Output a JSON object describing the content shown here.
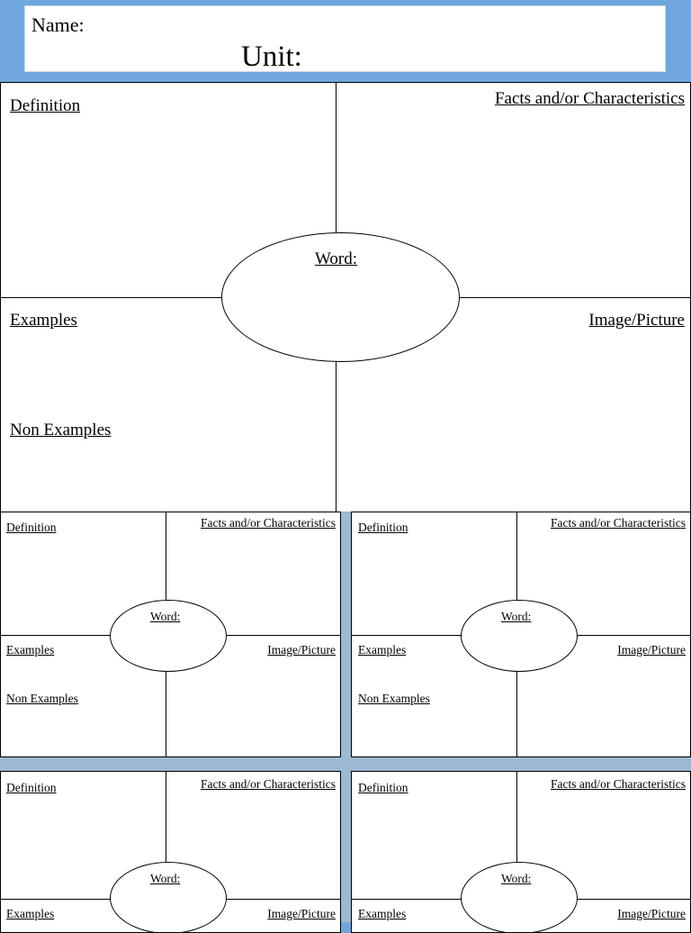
{
  "header": {
    "name_label": "Name:",
    "unit_label": "Unit:"
  },
  "labels": {
    "definition": "Definition",
    "facts": "Facts and/or Characteristics",
    "word": "Word:",
    "examples": "Examples",
    "image": "Image/Picture",
    "non_examples": "Non Examples"
  },
  "colors": {
    "frame_blue": "#6fa7dd",
    "band_blue": "#9db8d2"
  }
}
